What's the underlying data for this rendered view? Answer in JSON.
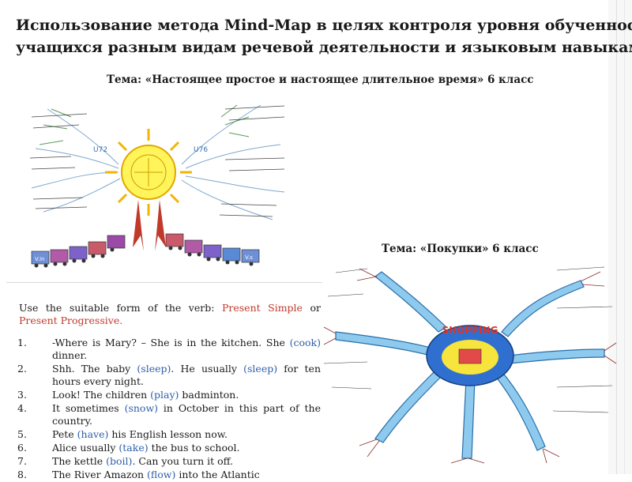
{
  "title": {
    "line1": "Использование метода Mind-Map в целях контроля уровня обученности",
    "line2": "учащихся разным видам речевой деятельности и языковым навыкам."
  },
  "topic1": "Тема: «Настоящее простое и настоящее длительное время» 6 класс",
  "topic2": "Тема: «Покупки» 6 класс",
  "mindmap1": {
    "left_tag": "U72",
    "right_tag": "U76",
    "word_bottom_left": "V.in",
    "word_bottom_right": "V.s"
  },
  "mindmap2": {
    "center_label": "SHOPPING"
  },
  "exercise": {
    "intro_prefix": "Use the suitable form of the verb: ",
    "intro_ps": "Present Simple",
    "intro_or": " or ",
    "intro_pp": "Present Progressive.",
    "items": [
      {
        "num": "1.",
        "parts": [
          {
            "t": "-Where is Mary? – She is in the kitchen. She "
          },
          {
            "t": "(cook)",
            "c": "blue"
          },
          {
            "t": " dinner."
          }
        ]
      },
      {
        "num": "2.",
        "parts": [
          {
            "t": "Shh. The baby "
          },
          {
            "t": "(sleep)",
            "c": "blue"
          },
          {
            "t": ". He usually "
          },
          {
            "t": "(sleep)",
            "c": "blue"
          },
          {
            "t": " for ten hours every night."
          }
        ]
      },
      {
        "num": "3.",
        "parts": [
          {
            "t": "Look! The children "
          },
          {
            "t": "(play)",
            "c": "blue"
          },
          {
            "t": " badminton."
          }
        ]
      },
      {
        "num": "4.",
        "parts": [
          {
            "t": "It sometimes "
          },
          {
            "t": "(snow)",
            "c": "blue"
          },
          {
            "t": " in October in this part of the country."
          }
        ]
      },
      {
        "num": "5.",
        "parts": [
          {
            "t": "Pete "
          },
          {
            "t": "(have)",
            "c": "blue"
          },
          {
            "t": " his English lesson now."
          }
        ]
      },
      {
        "num": "6.",
        "parts": [
          {
            "t": "Alice usually "
          },
          {
            "t": "(take)",
            "c": "blue"
          },
          {
            "t": " the bus to school."
          }
        ]
      },
      {
        "num": "7.",
        "parts": [
          {
            "t": "The kettle "
          },
          {
            "t": "(boil)",
            "c": "blue"
          },
          {
            "t": ". Can you turn it off."
          }
        ]
      },
      {
        "num": "8.",
        "parts": [
          {
            "t": "The River Amazon "
          },
          {
            "t": "(flow)",
            "c": "blue"
          },
          {
            "t": " into the Atlantic"
          }
        ]
      }
    ]
  }
}
